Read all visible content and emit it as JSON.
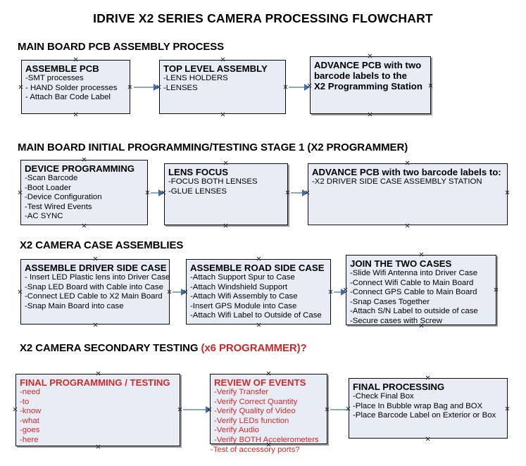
{
  "document": {
    "title": "IDRIVE X2  SERIES CAMERA PROCESSING FLOWCHART"
  },
  "colors": {
    "node_fill": "#e7ecf5",
    "node_border": "#0b0b0b",
    "connector": "#8ca7c4",
    "arrowhead": "#3f6da8",
    "accent_red": "#d02b2b",
    "text": "#000000",
    "background": "#ffffff"
  },
  "sections": [
    {
      "id": "main-board-pcb-assembly-process",
      "heading": "MAIN BOARD PCB ASSEMBLY PROCESS",
      "heading_accent": "",
      "nodes": [
        {
          "id": "assemble-pcb",
          "title": "ASSEMBLE PCB",
          "lines": [
            "-SMT processes",
            "- HAND Solder processes",
            "- Attach Bar Code Label"
          ],
          "red": false
        },
        {
          "id": "top-level-assembly",
          "title": "TOP LEVEL ASSEMBLY",
          "lines": [
            "-LENS HOLDERS",
            "-LENSES"
          ],
          "red": false
        },
        {
          "id": "advance-pcb-to-x2-programming-station",
          "title": "ADVANCE PCB with two",
          "title_lines": [
            "ADVANCE PCB with two",
            "barcode labels to the",
            " X2 Programming Station"
          ],
          "lines": [],
          "red": false
        }
      ]
    },
    {
      "id": "main-board-initial-programming-testing-stage-1",
      "heading": "MAIN BOARD INITIAL PROGRAMMING/TESTING STAGE 1 (X2 PROGRAMMER)",
      "heading_accent": "",
      "nodes": [
        {
          "id": "device-programming",
          "title": "DEVICE PROGRAMMING",
          "lines": [
            "-Scan Barcode",
            "-Boot Loader",
            "-Device Configuration",
            "-Test Wired Events",
            "-AC SYNC"
          ],
          "red": false
        },
        {
          "id": "lens-focus",
          "title": "LENS FOCUS",
          "lines": [
            "-FOCUS BOTH LENSES",
            "-GLUE LENSES"
          ],
          "red": false
        },
        {
          "id": "advance-pcb-to-driver-side-case-assembly",
          "title": "ADVANCE PCB with two barcode labels to:",
          "lines": [
            "-X2 DRIVER  SIDE  CASE  ASSEMBLY STATION"
          ],
          "red": false
        }
      ]
    },
    {
      "id": "x2-camera-case-assemblies",
      "heading": "X2 CAMERA CASE ASSEMBLIES",
      "heading_accent": "",
      "nodes": [
        {
          "id": "assemble-driver-side-case",
          "title": "ASSEMBLE DRIVER SIDE CASE",
          "lines": [
            "- Insert LED Plastic lens into Driver Case",
            "-Snap LED Board with Cable into Case",
            "-Connect LED Cable to X2 Main Board",
            "-Snap Main Board into case"
          ],
          "red": false
        },
        {
          "id": "assemble-road-side-case",
          "title": "ASSEMBLE ROAD SIDE CASE",
          "lines": [
            "-Attach Support Spur to Case",
            "-Attach Windshield Support",
            "-Attach Wifi Assembly to Case",
            "-Insert GPS Module into Case",
            "-Attach Wifi Label to Outside of Case"
          ],
          "red": false
        },
        {
          "id": "join-the-two-cases",
          "title": "JOIN THE TWO CASES",
          "lines": [
            "-Slide Wifi Antenna into Driver Case",
            "-Connect Wifi Cable to Main Board",
            "-Connect GPS Cable to Main Board",
            "-Snap Cases Together",
            "-Attach S/N Label to outside of case",
            "-Secure cases with Screw"
          ],
          "red": false
        }
      ]
    },
    {
      "id": "x2-camera-secondary-testing",
      "heading": "X2 CAMERA SECONDARY TESTING ",
      "heading_accent": "(x6 PROGRAMMER)?",
      "nodes": [
        {
          "id": "final-programming-testing",
          "title": "FINAL PROGRAMMING / TESTING",
          "lines": [
            "-need",
            "-to",
            "-know",
            "-what",
            "-goes",
            "-here"
          ],
          "red": true
        },
        {
          "id": "review-of-events",
          "title": "REVIEW OF EVENTS",
          "lines": [
            "-Verify Transfer",
            "-Verify Correct Quantity",
            "-Verify Quality of Video",
            "-Verify LEDs function",
            "-Verify Audio",
            "-Verify BOTH Accelerometers",
            "-Test of accessory ports?"
          ],
          "red": true
        },
        {
          "id": "final-processing",
          "title": "FINAL PROCESSING",
          "lines": [
            " -Check Final Box",
            "-Place In Bubble wrap Bag and BOX",
            "-Place Barcode Label on Exterior or Box"
          ],
          "red": false
        }
      ]
    }
  ]
}
